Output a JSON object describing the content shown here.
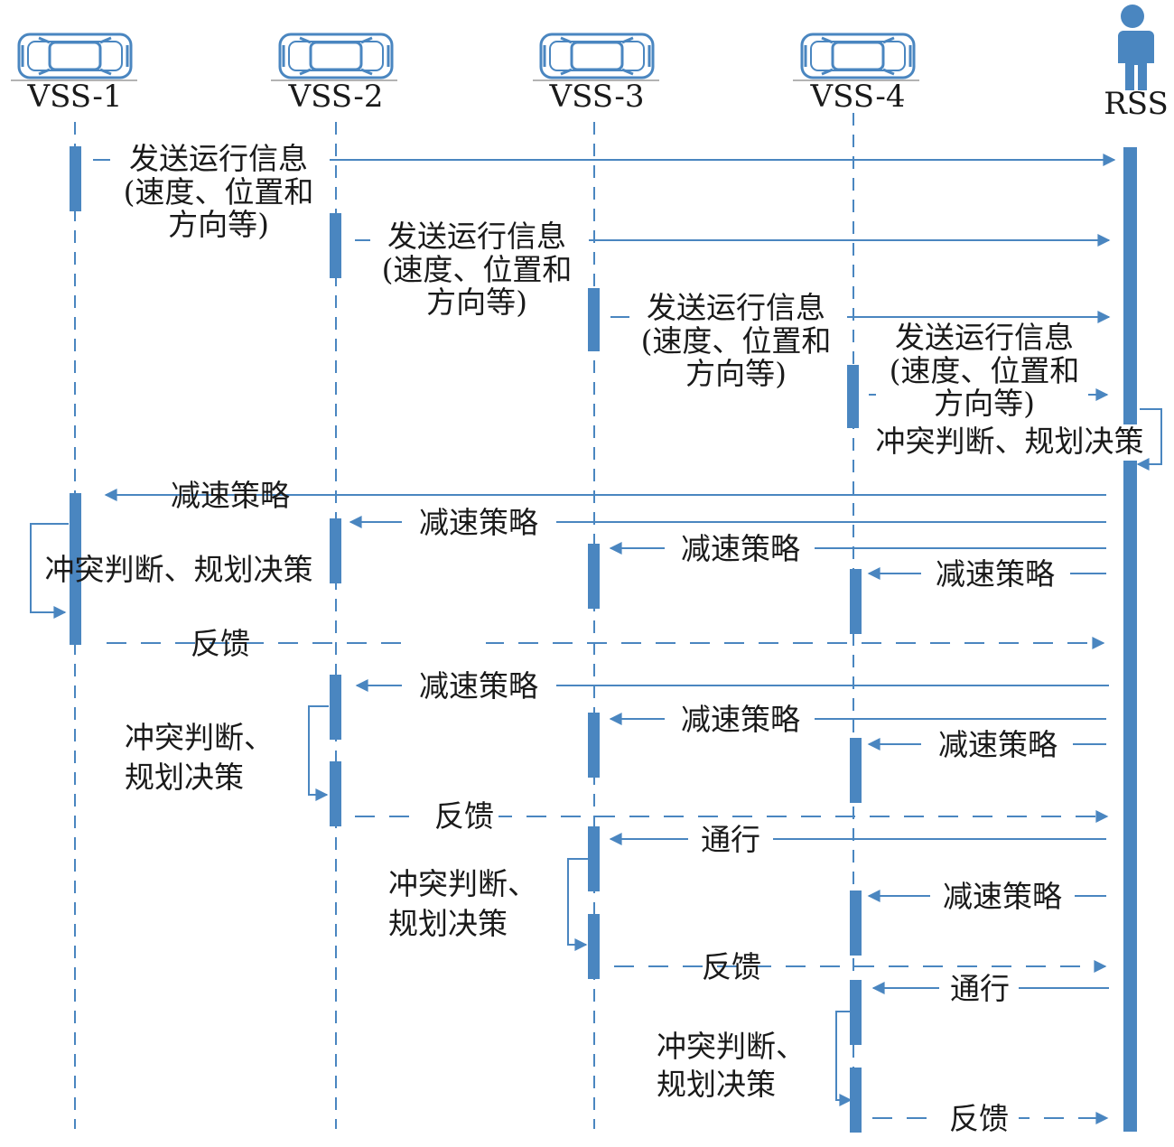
{
  "colors": {
    "line": "#4a86c0",
    "bar": "#4a86c0",
    "text": "#1a1a1a"
  },
  "participants": {
    "vss1": {
      "name": "VSS-1",
      "icon": "car-icon"
    },
    "vss2": {
      "name": "VSS-2",
      "icon": "car-icon"
    },
    "vss3": {
      "name": "VSS-3",
      "icon": "car-icon"
    },
    "vss4": {
      "name": "VSS-4",
      "icon": "car-icon"
    },
    "rss": {
      "name": "RSS",
      "icon": "person-icon"
    }
  },
  "messages": {
    "send_info": [
      "发送运行信息",
      "(速度、位置和",
      "方向等)"
    ],
    "decel": "减速策略",
    "feedback": "反馈",
    "pass": "通行",
    "conflict_one_line": "冲突判断、规划决策",
    "conflict_two_lines": [
      "冲突判断、",
      "规划决策"
    ]
  }
}
